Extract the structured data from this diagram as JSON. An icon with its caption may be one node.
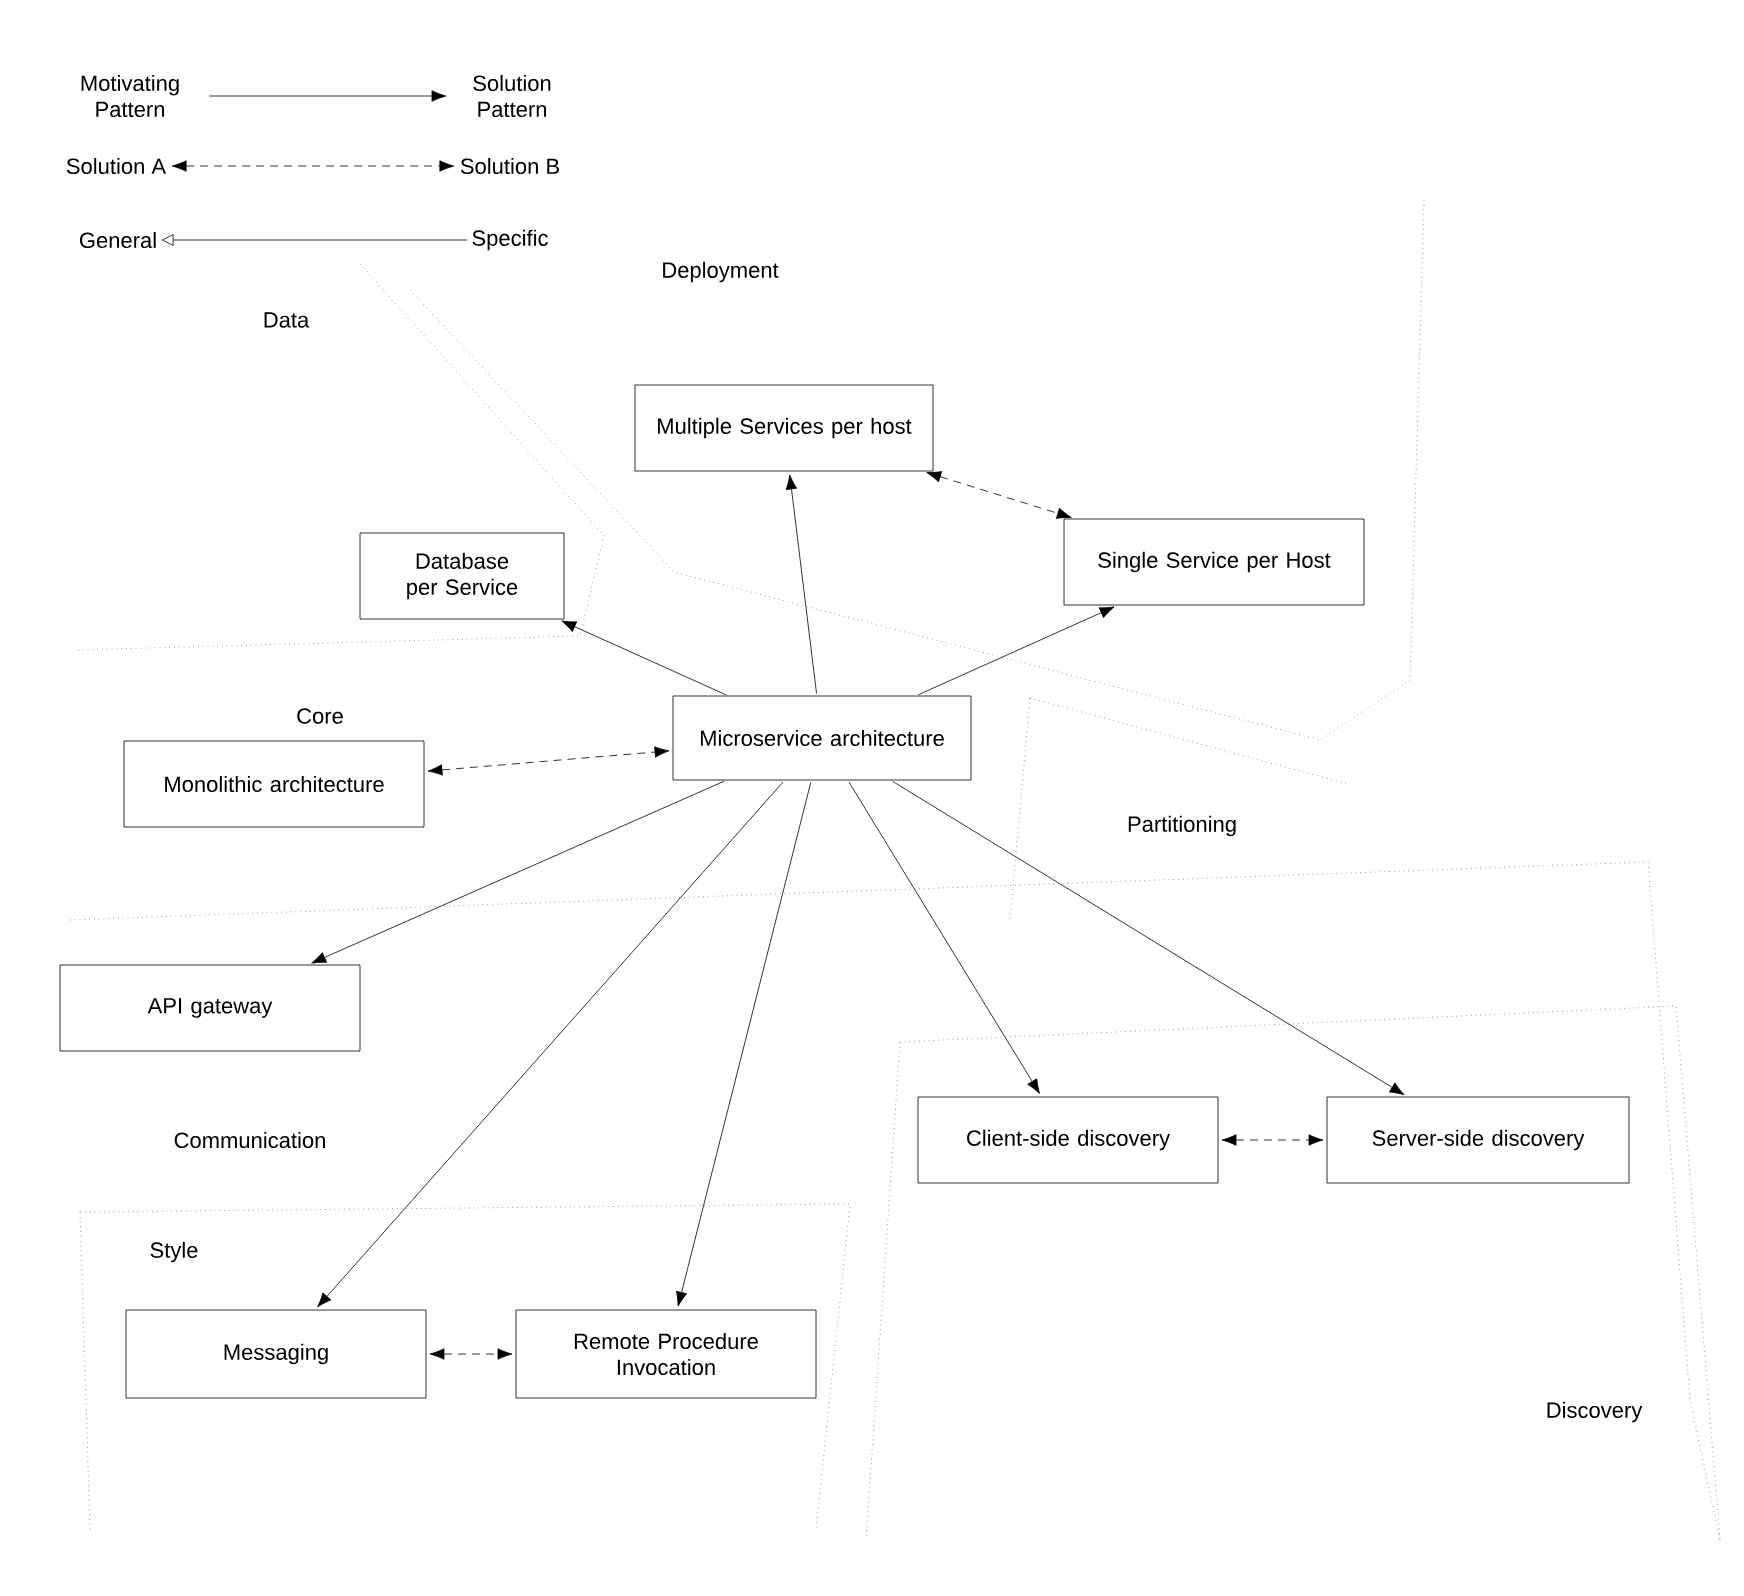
{
  "diagram": {
    "nodes": [
      {
        "text": [
          "Motivating Pattern"
        ]
      },
      {
        "text": [
          "Solution Pattern"
        ]
      },
      {
        "text": [
          "Solution A"
        ]
      },
      {
        "text": [
          "Solution B"
        ]
      },
      {
        "text": [
          "General"
        ]
      },
      {
        "text": [
          "Specific"
        ]
      },
      {
        "text": [
          "Multiple Services per host"
        ]
      },
      {
        "text": [
          "Database per Service"
        ]
      },
      {
        "text": [
          "Single Service per Host"
        ]
      },
      {
        "text": [
          "Microservice architecture"
        ]
      },
      {
        "text": [
          "Monolithic architecture"
        ]
      },
      {
        "text": [
          "API gateway"
        ]
      },
      {
        "text": [
          "Client-side discovery"
        ]
      },
      {
        "text": [
          "Server-side discovery"
        ]
      },
      {
        "text": [
          "Messaging"
        ]
      },
      {
        "text": [
          "Remote Procedure Invocation"
        ]
      }
    ],
    "edges": [
      {
        "from": 0,
        "to": 1,
        "arrow": "to"
      },
      {
        "from": 2,
        "to": 3,
        "arrow": "both",
        "style": "dashed"
      },
      {
        "from": 5,
        "to": 4,
        "arrow": "to"
      },
      {
        "from": 9,
        "to": 6,
        "arrow": "to"
      },
      {
        "from": 9,
        "to": 7,
        "arrow": "to"
      },
      {
        "from": 9,
        "to": 8,
        "arrow": "to"
      },
      {
        "from": 6,
        "to": 8,
        "arrow": "both",
        "style": "dashed"
      },
      {
        "from": 10,
        "to": 9,
        "arrow": "both",
        "style": "dashed"
      },
      {
        "from": 9,
        "to": 11,
        "arrow": "to"
      },
      {
        "from": 9,
        "to": 14,
        "arrow": "to"
      },
      {
        "from": 9,
        "to": 15,
        "arrow": "to"
      },
      {
        "from": 9,
        "to": 12,
        "arrow": "to"
      },
      {
        "from": 9,
        "to": 13,
        "arrow": "to"
      },
      {
        "from": 12,
        "to": 13,
        "arrow": "both",
        "style": "dashed"
      },
      {
        "from": 14,
        "to": 15,
        "arrow": "both",
        "style": "dashed"
      }
    ],
    "labels": [
      "Deployment",
      "Data",
      "Core",
      "Partitioning",
      "Communication",
      "Style",
      "Discovery"
    ]
  }
}
